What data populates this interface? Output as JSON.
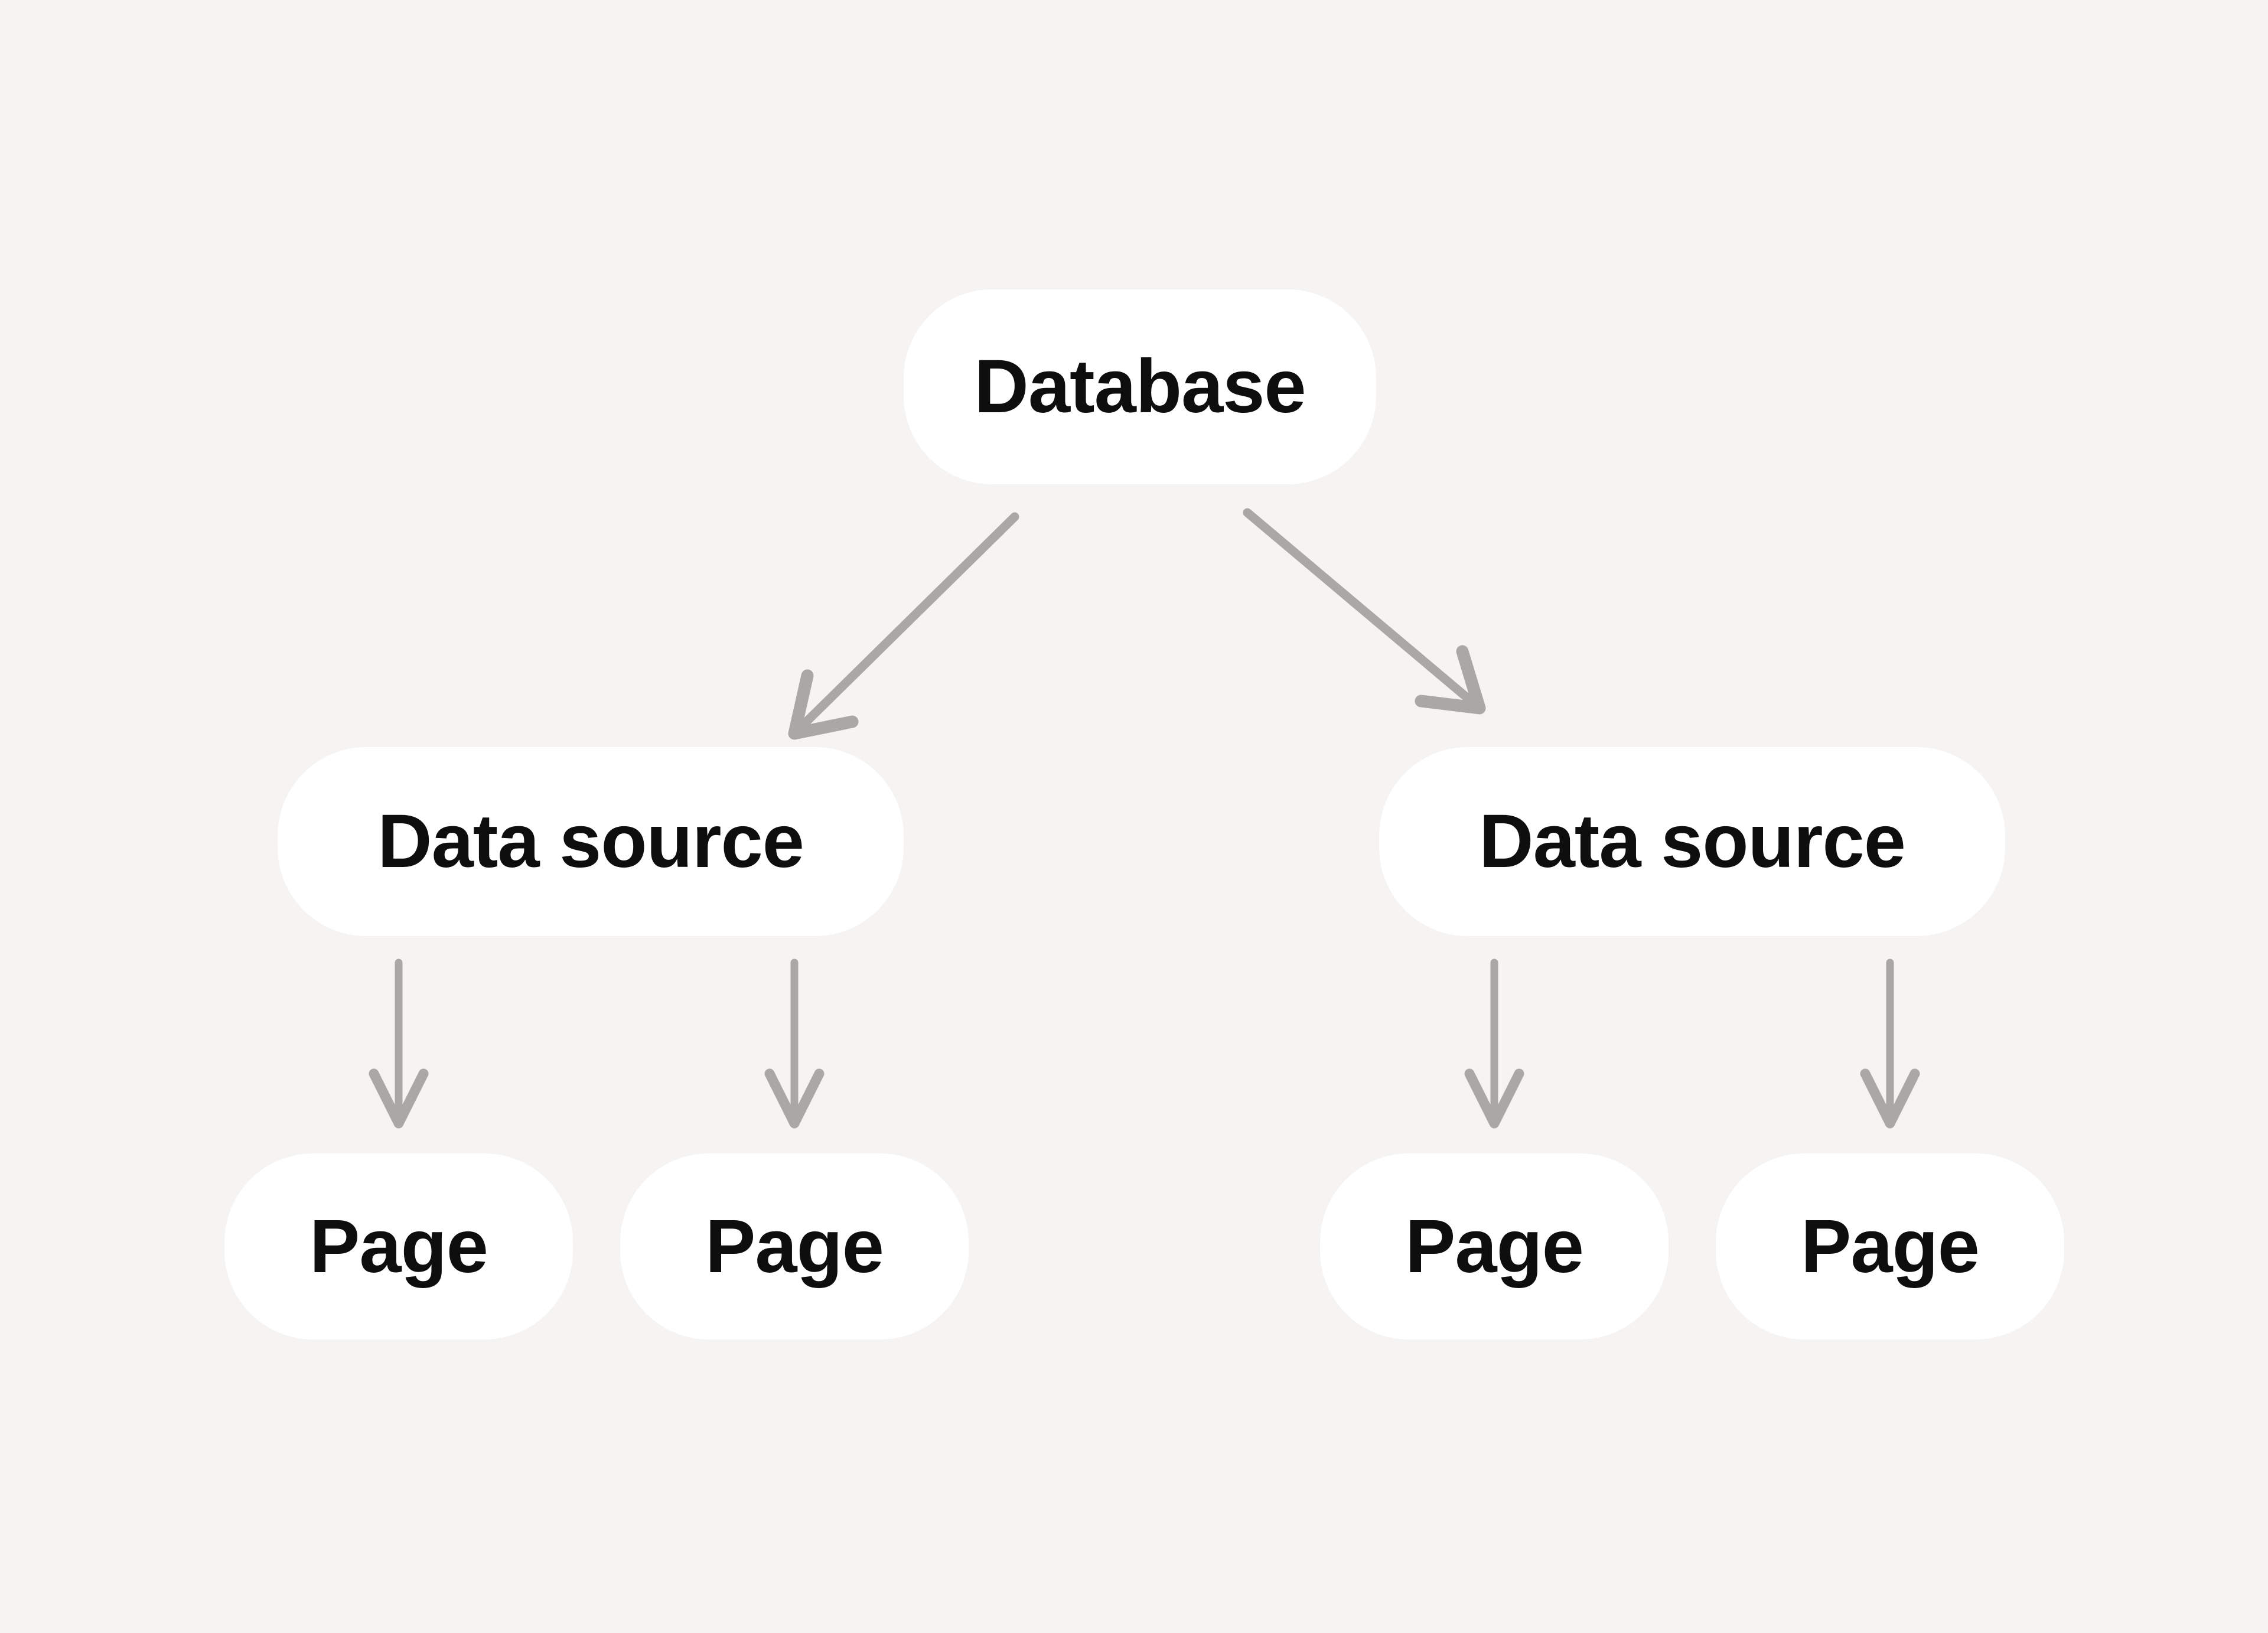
{
  "diagram": {
    "type": "tree",
    "database": {
      "label": "Database"
    },
    "data_sources": [
      {
        "label": "Data source"
      },
      {
        "label": "Data source"
      }
    ],
    "pages": [
      {
        "label": "Page"
      },
      {
        "label": "Page"
      },
      {
        "label": "Page"
      },
      {
        "label": "Page"
      }
    ],
    "edges": [
      {
        "from": "database",
        "to": "data-source-1"
      },
      {
        "from": "database",
        "to": "data-source-2"
      },
      {
        "from": "data-source-1",
        "to": "page-1"
      },
      {
        "from": "data-source-1",
        "to": "page-2"
      },
      {
        "from": "data-source-2",
        "to": "page-3"
      },
      {
        "from": "data-source-2",
        "to": "page-4"
      }
    ],
    "colors": {
      "background": "#f5f4f2",
      "node": "#ffffff",
      "arrow": "#a9a8a4",
      "text": "#0e0e0e"
    }
  }
}
